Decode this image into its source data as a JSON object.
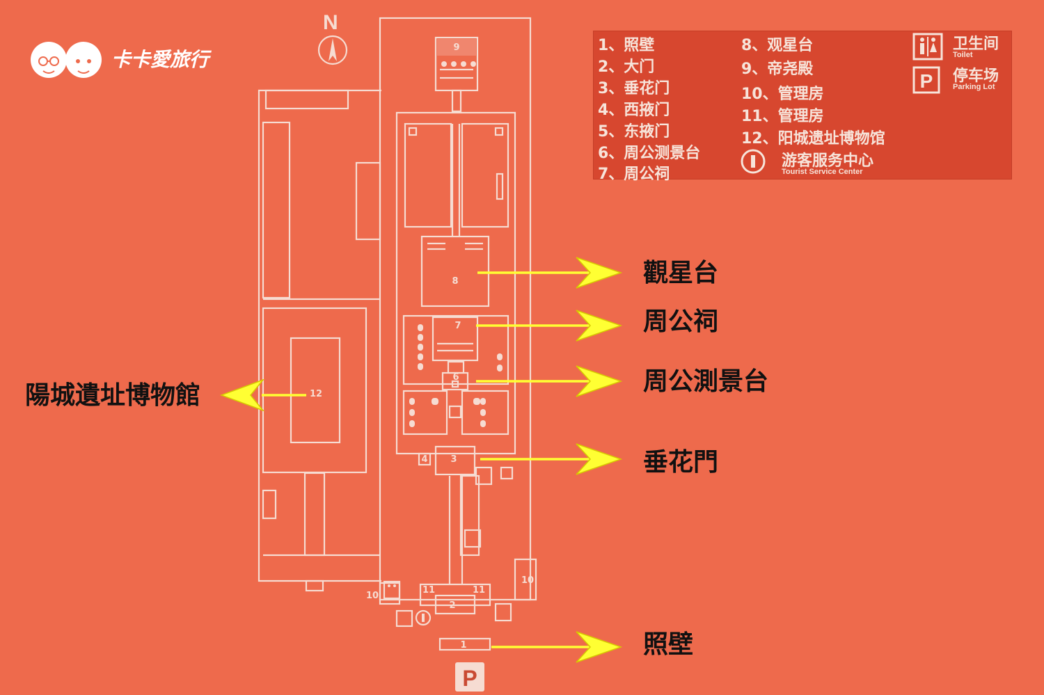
{
  "brand": {
    "name": "卡卡愛旅行"
  },
  "compass": {
    "label": "N"
  },
  "legend": {
    "items": [
      "1、照壁",
      "2、大门",
      "3、垂花门",
      "4、西掖门",
      "5、东掖门",
      "6、周公测景台",
      "7、周公祠",
      "8、观星台",
      "9、帝尧殿",
      "10、管理房",
      "11、管理房",
      "12、阳城遗址博物馆"
    ],
    "service_center": {
      "label": "游客服务中心",
      "sub": "Tourist Service Center"
    },
    "toilet": {
      "label": "卫生间",
      "sub": "Toilet"
    },
    "parking": {
      "label": "停车场",
      "sub": "Parking Lot"
    }
  },
  "map_numbers": {
    "n1": "1",
    "n2": "2",
    "n3": "3",
    "n4": "4",
    "n6": "6",
    "n7": "7",
    "n8": "8",
    "n9": "9",
    "n10a": "10",
    "n10b": "10",
    "n11a": "11",
    "n11b": "11",
    "n12": "12"
  },
  "callouts": {
    "observatory": "觀星台",
    "duke_zhou_temple": "周公祠",
    "sundial": "周公測景台",
    "gate": "垂花門",
    "screen_wall": "照壁",
    "museum": "陽城遺址博物館"
  },
  "colors": {
    "background": "#ee6a4c",
    "map_lines": "#f6dcd2",
    "legend_panel": "#d7472f",
    "arrow": "#ffff33",
    "callout_text": "#111111"
  }
}
